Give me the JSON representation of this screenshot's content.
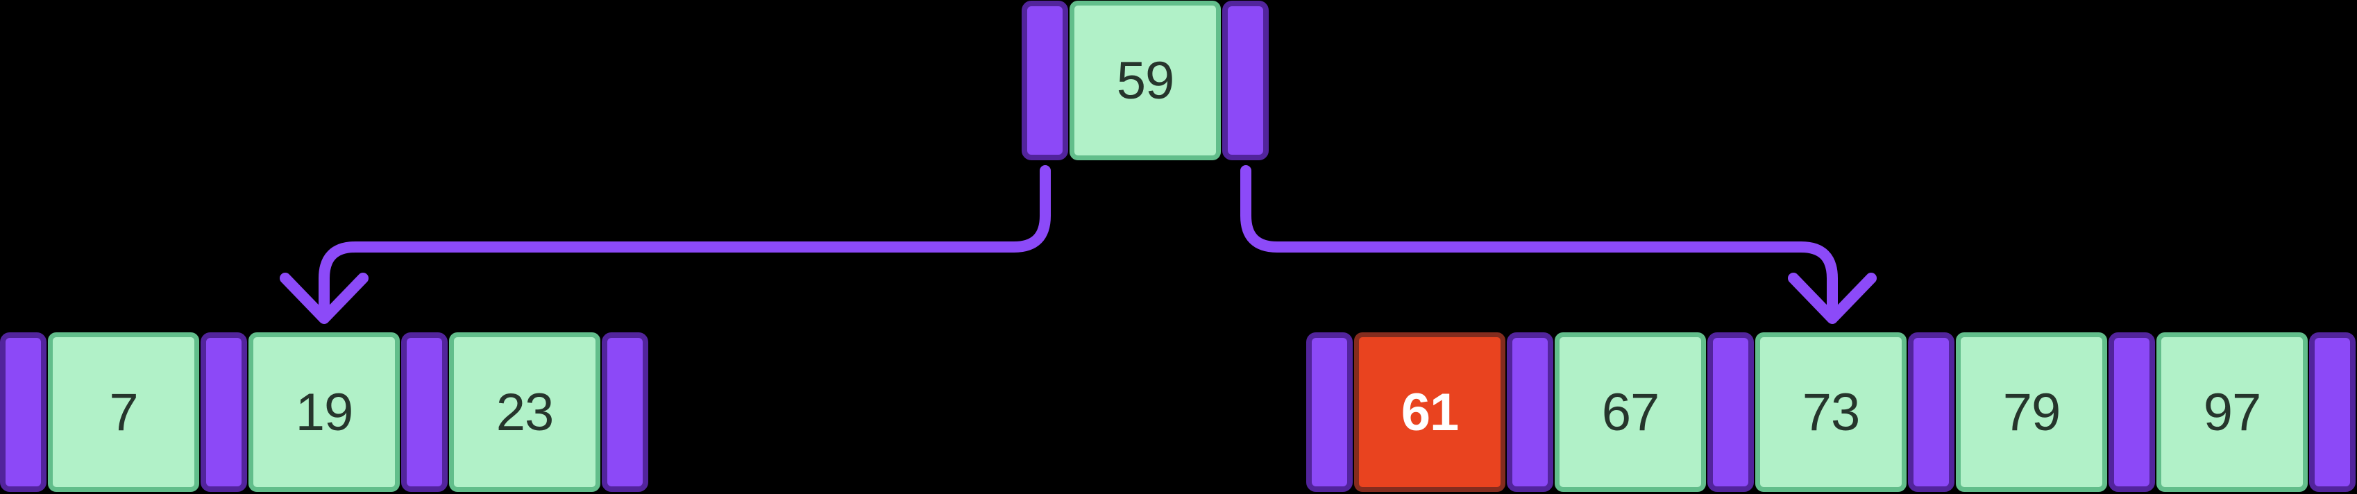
{
  "tree": {
    "nodes": [
      {
        "role": "root",
        "keys": [
          {
            "value": "59",
            "highlight": false
          }
        ]
      },
      {
        "role": "left-child",
        "keys": [
          {
            "value": "7",
            "highlight": false
          },
          {
            "value": "19",
            "highlight": false
          },
          {
            "value": "23",
            "highlight": false
          }
        ]
      },
      {
        "role": "right-child",
        "keys": [
          {
            "value": "61",
            "highlight": true
          },
          {
            "value": "67",
            "highlight": false
          },
          {
            "value": "73",
            "highlight": false
          },
          {
            "value": "79",
            "highlight": false
          },
          {
            "value": "97",
            "highlight": false
          }
        ]
      }
    ],
    "edges": [
      {
        "from": "root-left-pointer",
        "to": "left-child"
      },
      {
        "from": "root-right-pointer",
        "to": "right-child"
      }
    ]
  },
  "colors": {
    "background": "#000000",
    "pointer_fill": "#8C49F7",
    "pointer_border": "#52249C",
    "cell_fill": "#B1F1C8",
    "cell_border": "#62BE8B",
    "key_text": "#26352C",
    "highlight_fill": "#E9431F",
    "highlight_border": "#842C1E",
    "highlight_text": "#FFFFFF",
    "edge": "#8C4AF8"
  }
}
